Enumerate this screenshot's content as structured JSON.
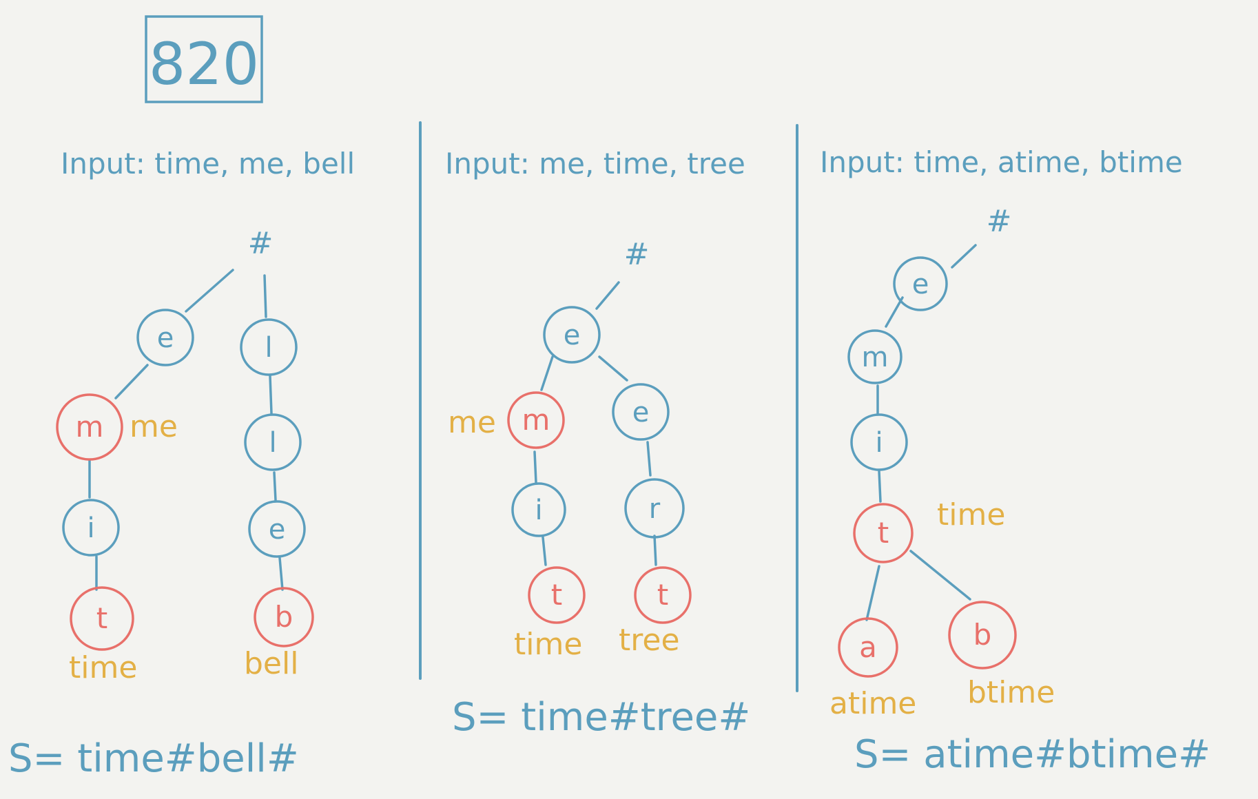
{
  "problem_number": "820",
  "panels": [
    {
      "input": "Input: time, me, bell",
      "root_label": "#",
      "nodes": {
        "e": "e",
        "m": "m",
        "i": "i",
        "t": "t",
        "l1": "l",
        "l2": "l",
        "e2": "e",
        "b": "b"
      },
      "word_labels": {
        "me": "me",
        "time": "time",
        "bell": "bell"
      },
      "result": "S= time#bell#"
    },
    {
      "input": "Input: me, time, tree",
      "root_label": "#",
      "nodes": {
        "e": "e",
        "m": "m",
        "i": "i",
        "t": "t",
        "e2": "e",
        "r": "r",
        "t2": "t"
      },
      "word_labels": {
        "me": "me",
        "time": "time",
        "tree": "tree"
      },
      "result": "S= time#tree#"
    },
    {
      "input": "Input: time, atime, btime",
      "root_label": "#",
      "nodes": {
        "e": "e",
        "m": "m",
        "i": "i",
        "t": "t",
        "a": "a",
        "b": "b"
      },
      "word_labels": {
        "time": "time",
        "atime": "atime",
        "btime": "btime"
      },
      "result": "S= atime#btime#"
    }
  ],
  "colors": {
    "blue": "#5b9ebd",
    "red": "#e8706a",
    "yellow": "#e3b046"
  }
}
